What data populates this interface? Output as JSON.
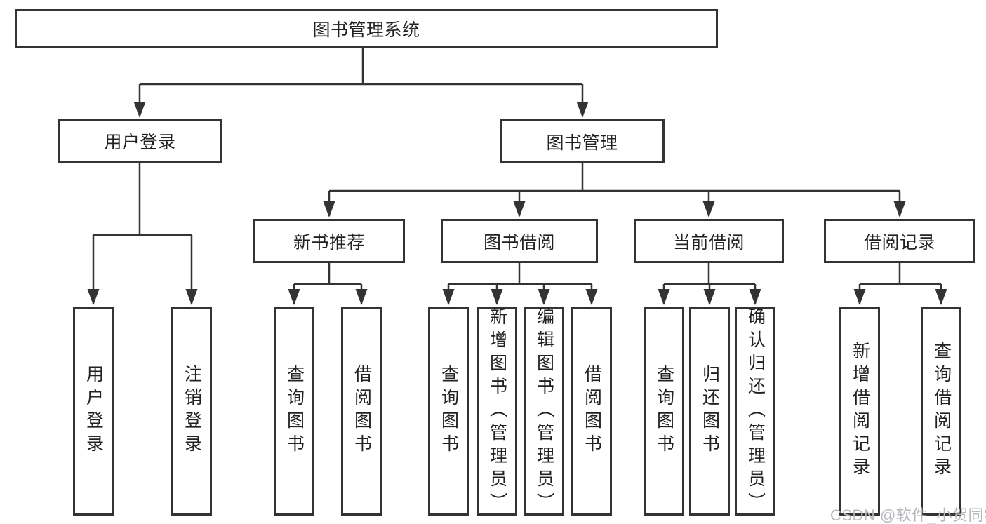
{
  "diagram": {
    "root": {
      "label": "图书管理系统"
    },
    "user_login": {
      "label": "用户登录",
      "children": [
        {
          "label": "用户登录"
        },
        {
          "label": "注销登录"
        }
      ]
    },
    "book_management": {
      "label": "图书管理",
      "sections": [
        {
          "label": "新书推荐",
          "children": [
            {
              "label": "查询图书"
            },
            {
              "label": "借阅图书"
            }
          ]
        },
        {
          "label": "图书借阅",
          "children": [
            {
              "label": "查询图书"
            },
            {
              "label": "新增图书（管理员）"
            },
            {
              "label": "编辑图书（管理员）"
            },
            {
              "label": "借阅图书"
            }
          ]
        },
        {
          "label": "当前借阅",
          "children": [
            {
              "label": "查询图书"
            },
            {
              "label": "归还图书"
            },
            {
              "label": "确认归还（管理员）"
            }
          ]
        },
        {
          "label": "借阅记录",
          "children": [
            {
              "label": "新增借阅记录"
            },
            {
              "label": "查询借阅记录"
            }
          ]
        }
      ]
    }
  },
  "watermark": {
    "text": "CSDN @软件_小贺同学"
  },
  "colors": {
    "line": "#333333",
    "text": "#222222",
    "watermark": "#b5b8bc",
    "background": "#ffffff"
  }
}
